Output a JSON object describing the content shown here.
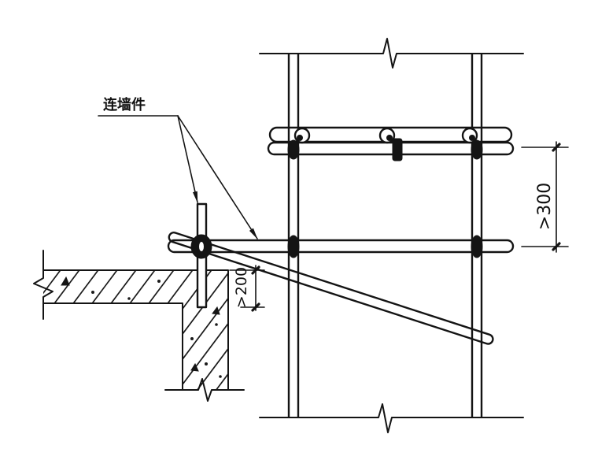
{
  "drawing": {
    "label": "连墙件",
    "dimension_upper": ">300",
    "dimension_lower": ">200"
  }
}
